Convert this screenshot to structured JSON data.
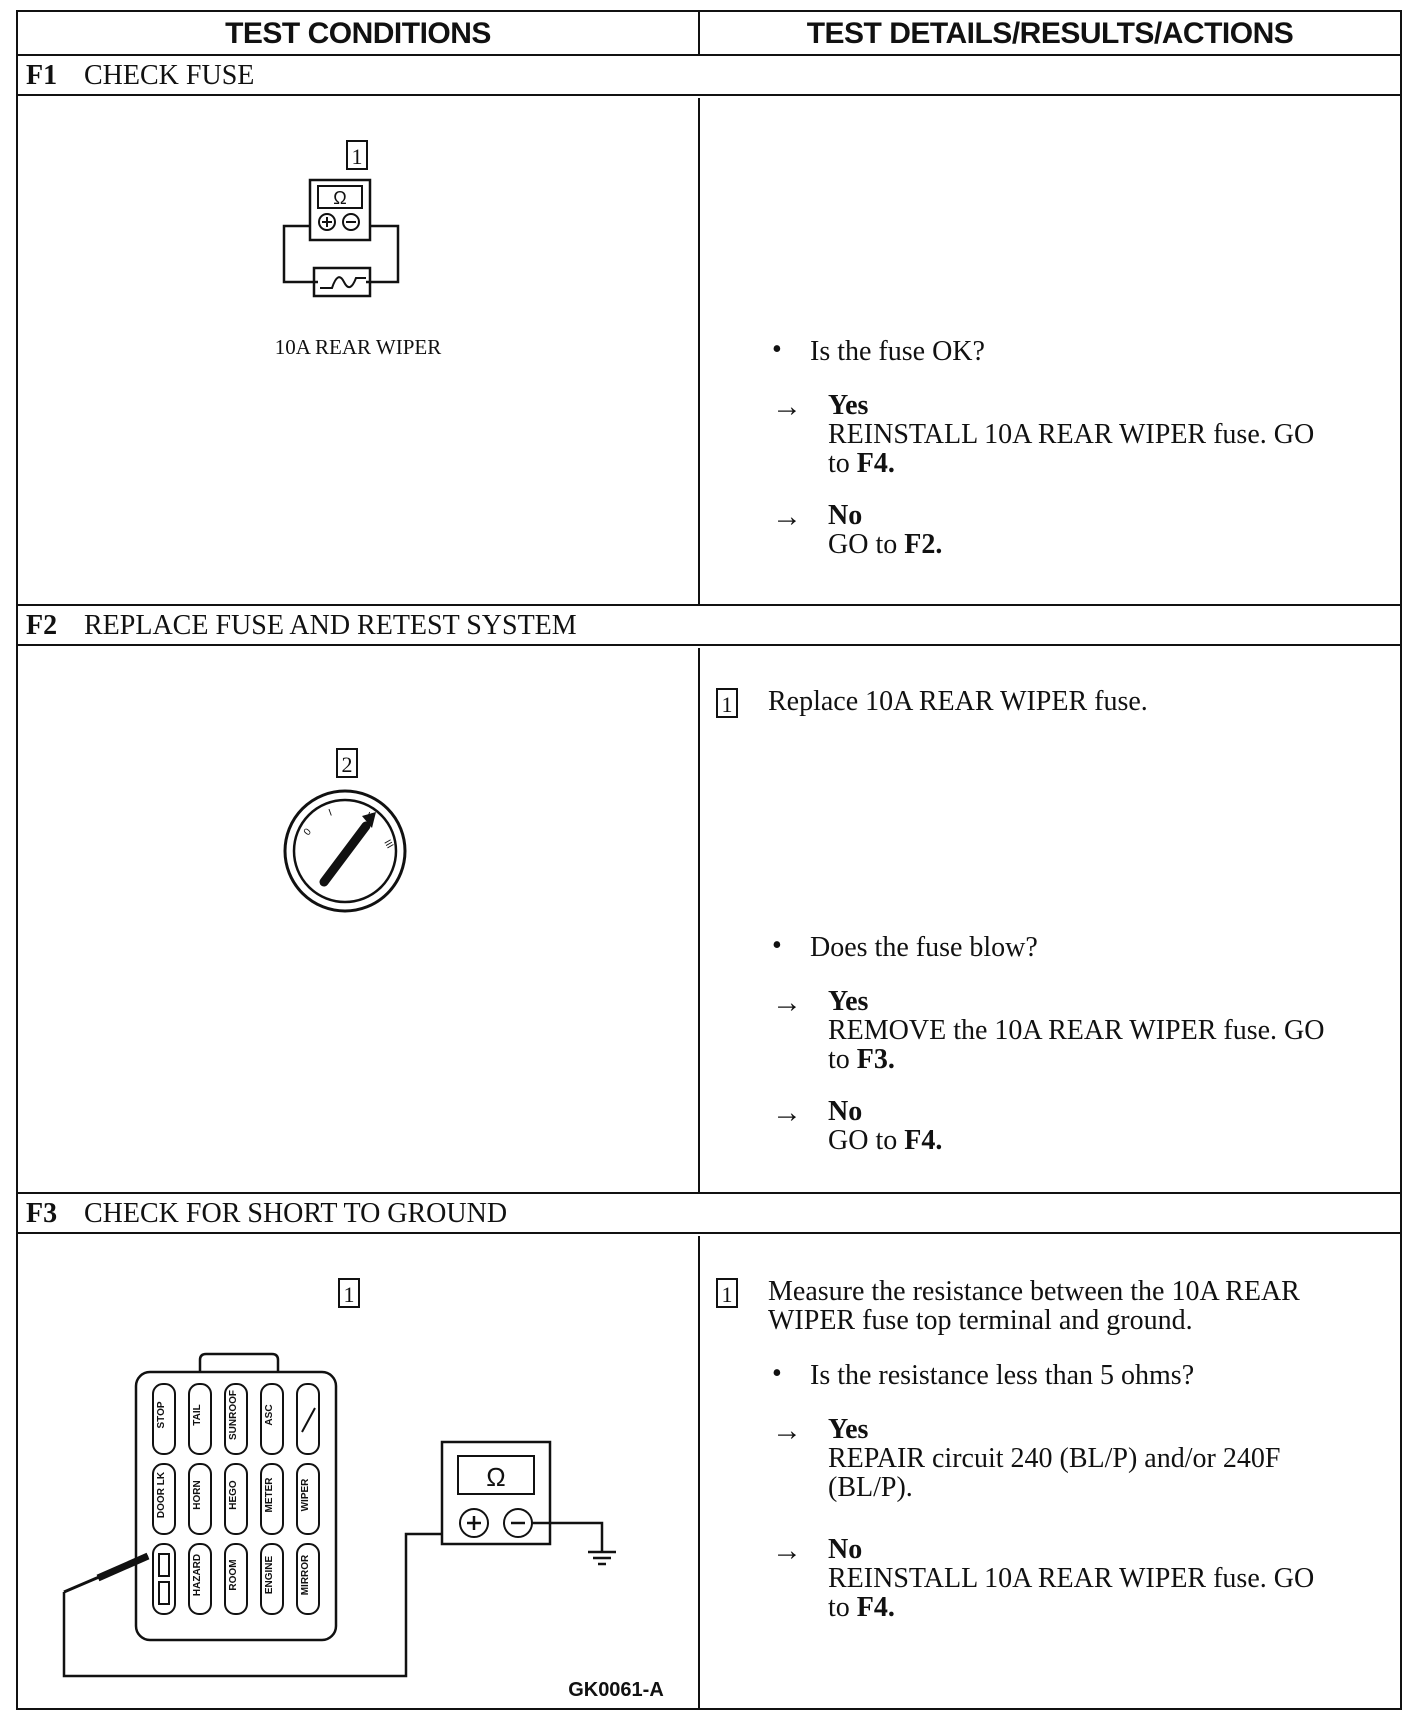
{
  "header": {
    "col1": "TEST CONDITIONS",
    "col2": "TEST DETAILS/RESULTS/ACTIONS"
  },
  "f1": {
    "num": "F1",
    "title": "CHECK FUSE",
    "diagram_step": "1",
    "meter_symbol": "Ω",
    "fuse_label": "10A REAR WIPER",
    "question": "Is the fuse OK?",
    "yes_label": "Yes",
    "yes_text": "REINSTALL 10A REAR WIPER fuse. GO",
    "yes_to": "to",
    "yes_goto": "F4.",
    "no_label": "No",
    "no_text": "GO to",
    "no_goto": "F2."
  },
  "f2": {
    "num": "F2",
    "title": "REPLACE FUSE AND RETEST SYSTEM",
    "diagram_step": "2",
    "step1": "1",
    "step1_text": "Replace 10A REAR WIPER fuse.",
    "question": "Does the fuse blow?",
    "yes_label": "Yes",
    "yes_text": "REMOVE the 10A REAR WIPER fuse. GO",
    "yes_to": "to",
    "yes_goto": "F3.",
    "no_label": "No",
    "no_text": "GO to",
    "no_goto": "F4."
  },
  "f3": {
    "num": "F3",
    "title": "CHECK FOR SHORT TO GROUND",
    "diagram_step": "1",
    "meter_symbol": "Ω",
    "figure_code": "GK0061-A",
    "fuse_names": [
      "STOP",
      "TAIL",
      "SUNROOF",
      "ASC",
      "DOOR LK",
      "HORN",
      "HEGO",
      "METER",
      "WIPER",
      "HAZARD",
      "ROOM",
      "ENGINE",
      "MIRROR"
    ],
    "step1": "1",
    "step1_line1": "Measure the resistance between  the 10A REAR",
    "step1_line2": "WIPER fuse top terminal and ground.",
    "question": "Is the resistance less than 5 ohms?",
    "yes_label": "Yes",
    "yes_line1": "REPAIR circuit 240 (BL/P) and/or 240F",
    "yes_line2": "(BL/P).",
    "no_label": "No",
    "no_text": "REINSTALL 10A REAR WIPER fuse. GO",
    "no_to": "to",
    "no_goto": "F4."
  }
}
